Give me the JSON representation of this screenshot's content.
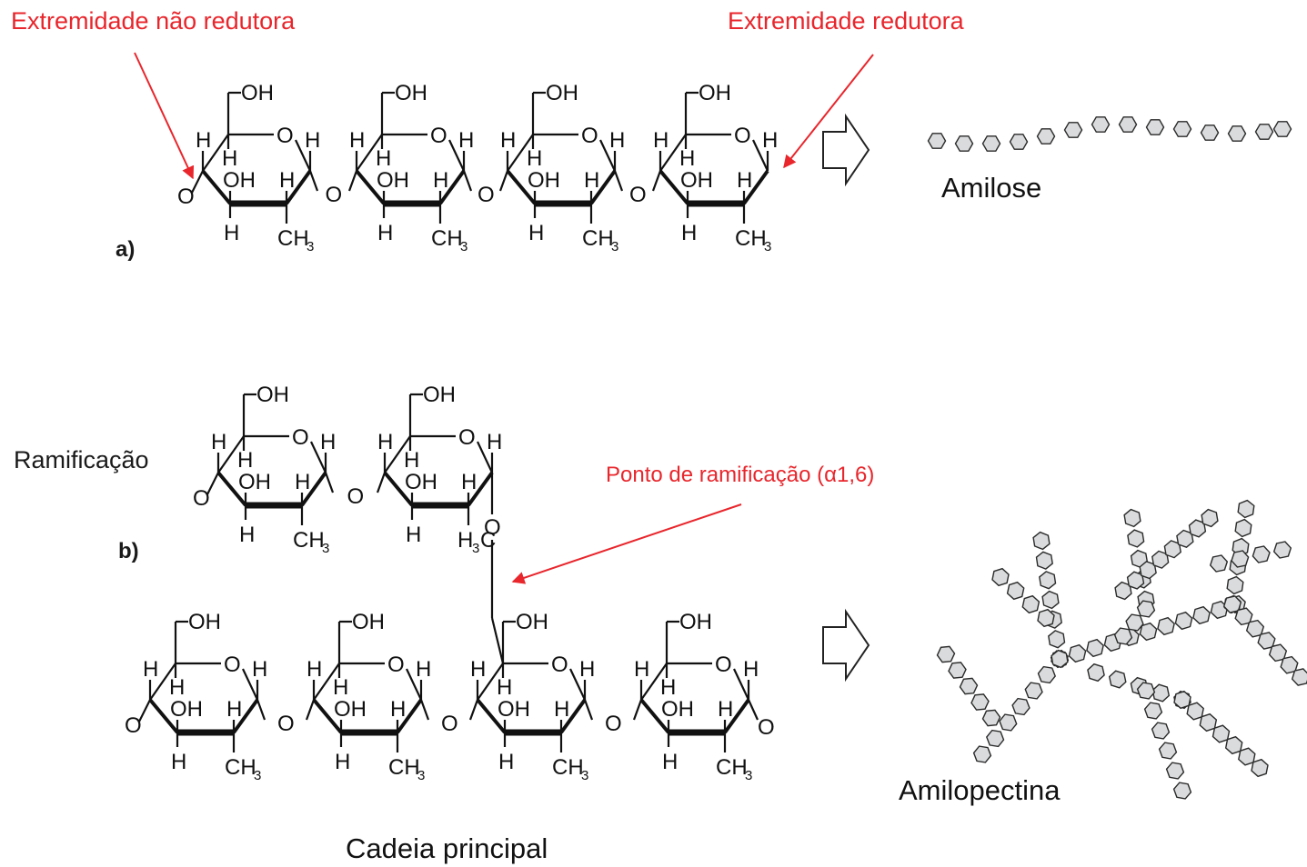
{
  "colors": {
    "annotation": "#e8262c",
    "ink": "#111111",
    "bead_fill": "#d9dbdc",
    "bead_stroke": "#2a2a2a"
  },
  "labels": {
    "non_reducing_end": "Extremidade não redutora",
    "reducing_end": "Extremidade redutora",
    "branch_point": "Ponto de ramificação (α1,6)",
    "branch": "Ramificação",
    "panel_a": "a)",
    "panel_b": "b)",
    "amylose": "Amilose",
    "amylopectin": "Amilopectina",
    "main_chain": "Cadeia principal"
  },
  "atoms": {
    "oh": "OH",
    "h": "H",
    "o": "O",
    "ch": "CH",
    "sub3": "3",
    "h3c_h": "H",
    "h3c_c": "C"
  }
}
